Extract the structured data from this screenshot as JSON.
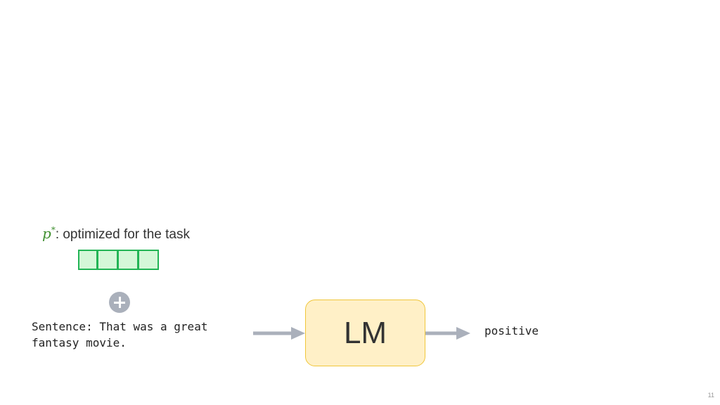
{
  "prompt": {
    "symbol": "p",
    "superscript": "*",
    "description": ": optimized for the task",
    "cells": 4
  },
  "input": {
    "sentence": "Sentence: That was a great\nfantasy movie."
  },
  "model": {
    "label": "LM"
  },
  "output": {
    "label": "positive"
  },
  "footer": {
    "page_number": "11"
  },
  "colors": {
    "prompt_symbol": "#3f8f2f",
    "prompt_fill": "#d4f7d8",
    "prompt_border": "#22b455",
    "lm_fill": "#fff0c7",
    "lm_border": "#f0c63a",
    "arrow": "#aab0bb",
    "plus_circle": "#aab0bb"
  }
}
